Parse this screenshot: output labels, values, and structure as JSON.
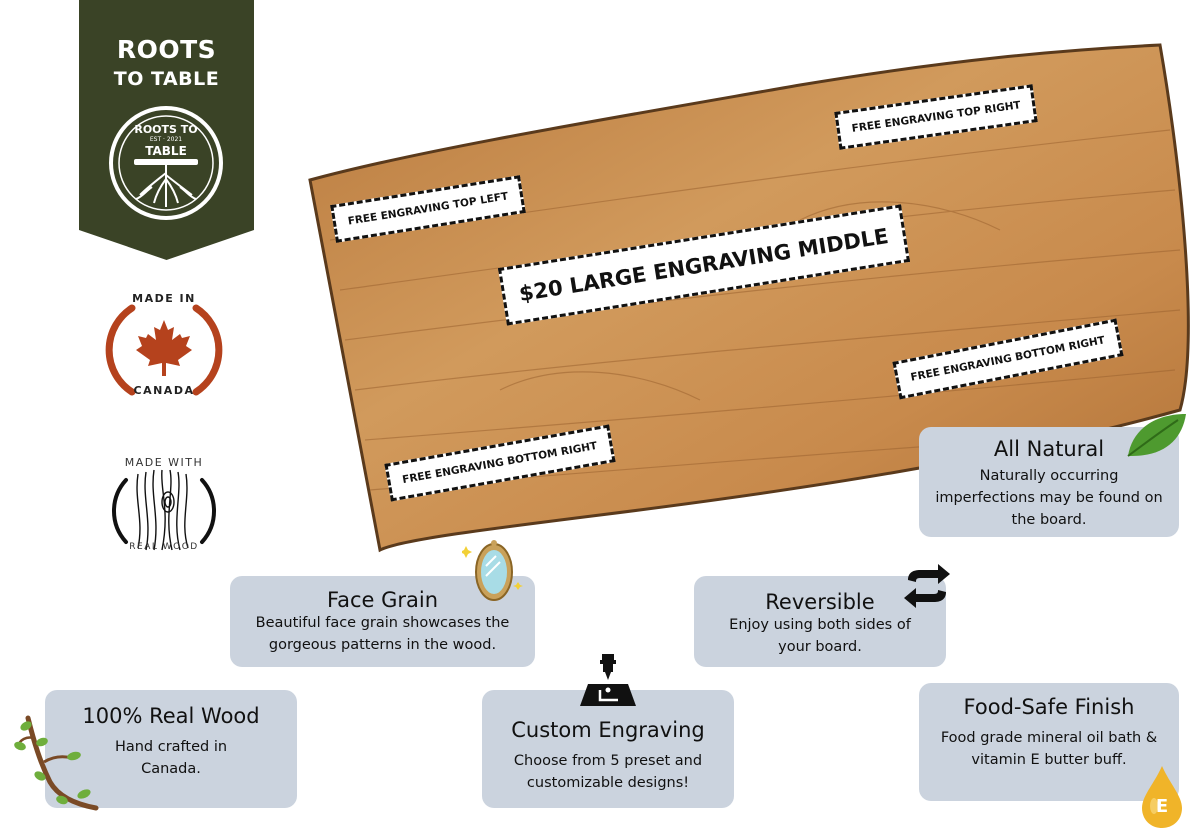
{
  "brand": {
    "title_line1": "ROOTS",
    "title_line2": "TO TABLE",
    "seal_line1": "ROOTS TO",
    "seal_est": "EST · 2021",
    "seal_line2": "TABLE",
    "banner_color": "#3a4326"
  },
  "badges": {
    "canada": {
      "top": "MADE IN",
      "bottom": "CANADA",
      "color": "#b5421d"
    },
    "wood": {
      "top": "MADE WITH",
      "bottom": "REAL WOOD",
      "color": "#111111"
    }
  },
  "board": {
    "tags": {
      "top_left": "FREE ENGRAVING TOP LEFT",
      "top_right": "FREE ENGRAVING TOP RIGHT",
      "middle": "$20 LARGE ENGRAVING MIDDLE",
      "bottom_right_upper": "FREE ENGRAVING BOTTOM RIGHT",
      "bottom_left": "FREE ENGRAVING BOTTOM RIGHT"
    }
  },
  "features": {
    "all_natural": {
      "title": "All Natural",
      "body": "Naturally occurring imperfections may be found on the board.",
      "icon": "leaf-icon"
    },
    "face_grain": {
      "title": "Face Grain",
      "body": "Beautiful face grain showcases the gorgeous patterns in the wood.",
      "icon": "mirror-icon"
    },
    "reversible": {
      "title": "Reversible",
      "body": "Enjoy using both sides of your board.",
      "icon": "swap-arrows-icon"
    },
    "real_wood": {
      "title": "100% Real Wood",
      "body": "Hand crafted in Canada.",
      "icon": "branch-icon"
    },
    "custom_engraving": {
      "title": "Custom Engraving",
      "body": "Choose from 5 preset and customizable designs!",
      "icon": "laser-engraver-icon"
    },
    "food_safe": {
      "title": "Food-Safe Finish",
      "body": "Food grade mineral oil bath & vitamin E butter buff.",
      "icon": "vitamin-e-drop-icon",
      "drop_letter": "E"
    }
  },
  "colors": {
    "card_bg": "#cbd3de",
    "wood": "#c8894c"
  }
}
